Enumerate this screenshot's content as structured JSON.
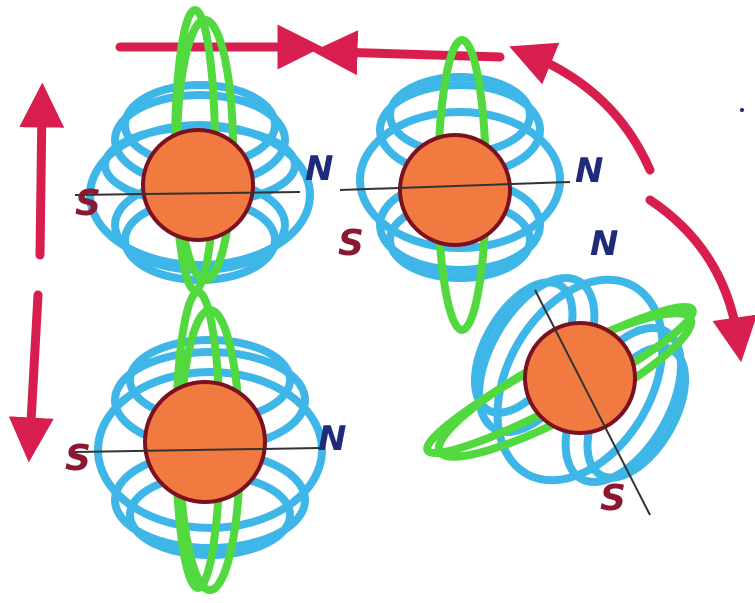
{
  "colors": {
    "background": "#ffffff",
    "arrow": "#d81e4e",
    "field_line": "#3fb6e8",
    "ring": "#52d93f",
    "sphere": "#f07a3f",
    "sphere_outline": "#7a1020",
    "axis": "#333333",
    "north_label": "#1f2a7a",
    "south_label": "#8a1830"
  },
  "poles": {
    "north": "N",
    "south": "S"
  },
  "magnets": [
    {
      "id": "top-left",
      "north": "N",
      "south": "S",
      "orientation": "horizontal"
    },
    {
      "id": "top-right",
      "north": "N",
      "south": "S",
      "orientation": "horizontal"
    },
    {
      "id": "bottom-left",
      "north": "N",
      "south": "S",
      "orientation": "horizontal"
    },
    {
      "id": "bottom-right",
      "north": "N",
      "south": "S",
      "orientation": "tilted"
    }
  ],
  "arrows": [
    {
      "id": "top-right-pointing",
      "icon": "arrow-right-icon"
    },
    {
      "id": "top-left-pointing",
      "icon": "arrow-left-icon"
    },
    {
      "id": "curved-rotation",
      "icon": "curved-arrow-icon"
    },
    {
      "id": "vertical-up",
      "icon": "arrow-up-icon"
    },
    {
      "id": "vertical-down",
      "icon": "arrow-down-icon"
    }
  ]
}
